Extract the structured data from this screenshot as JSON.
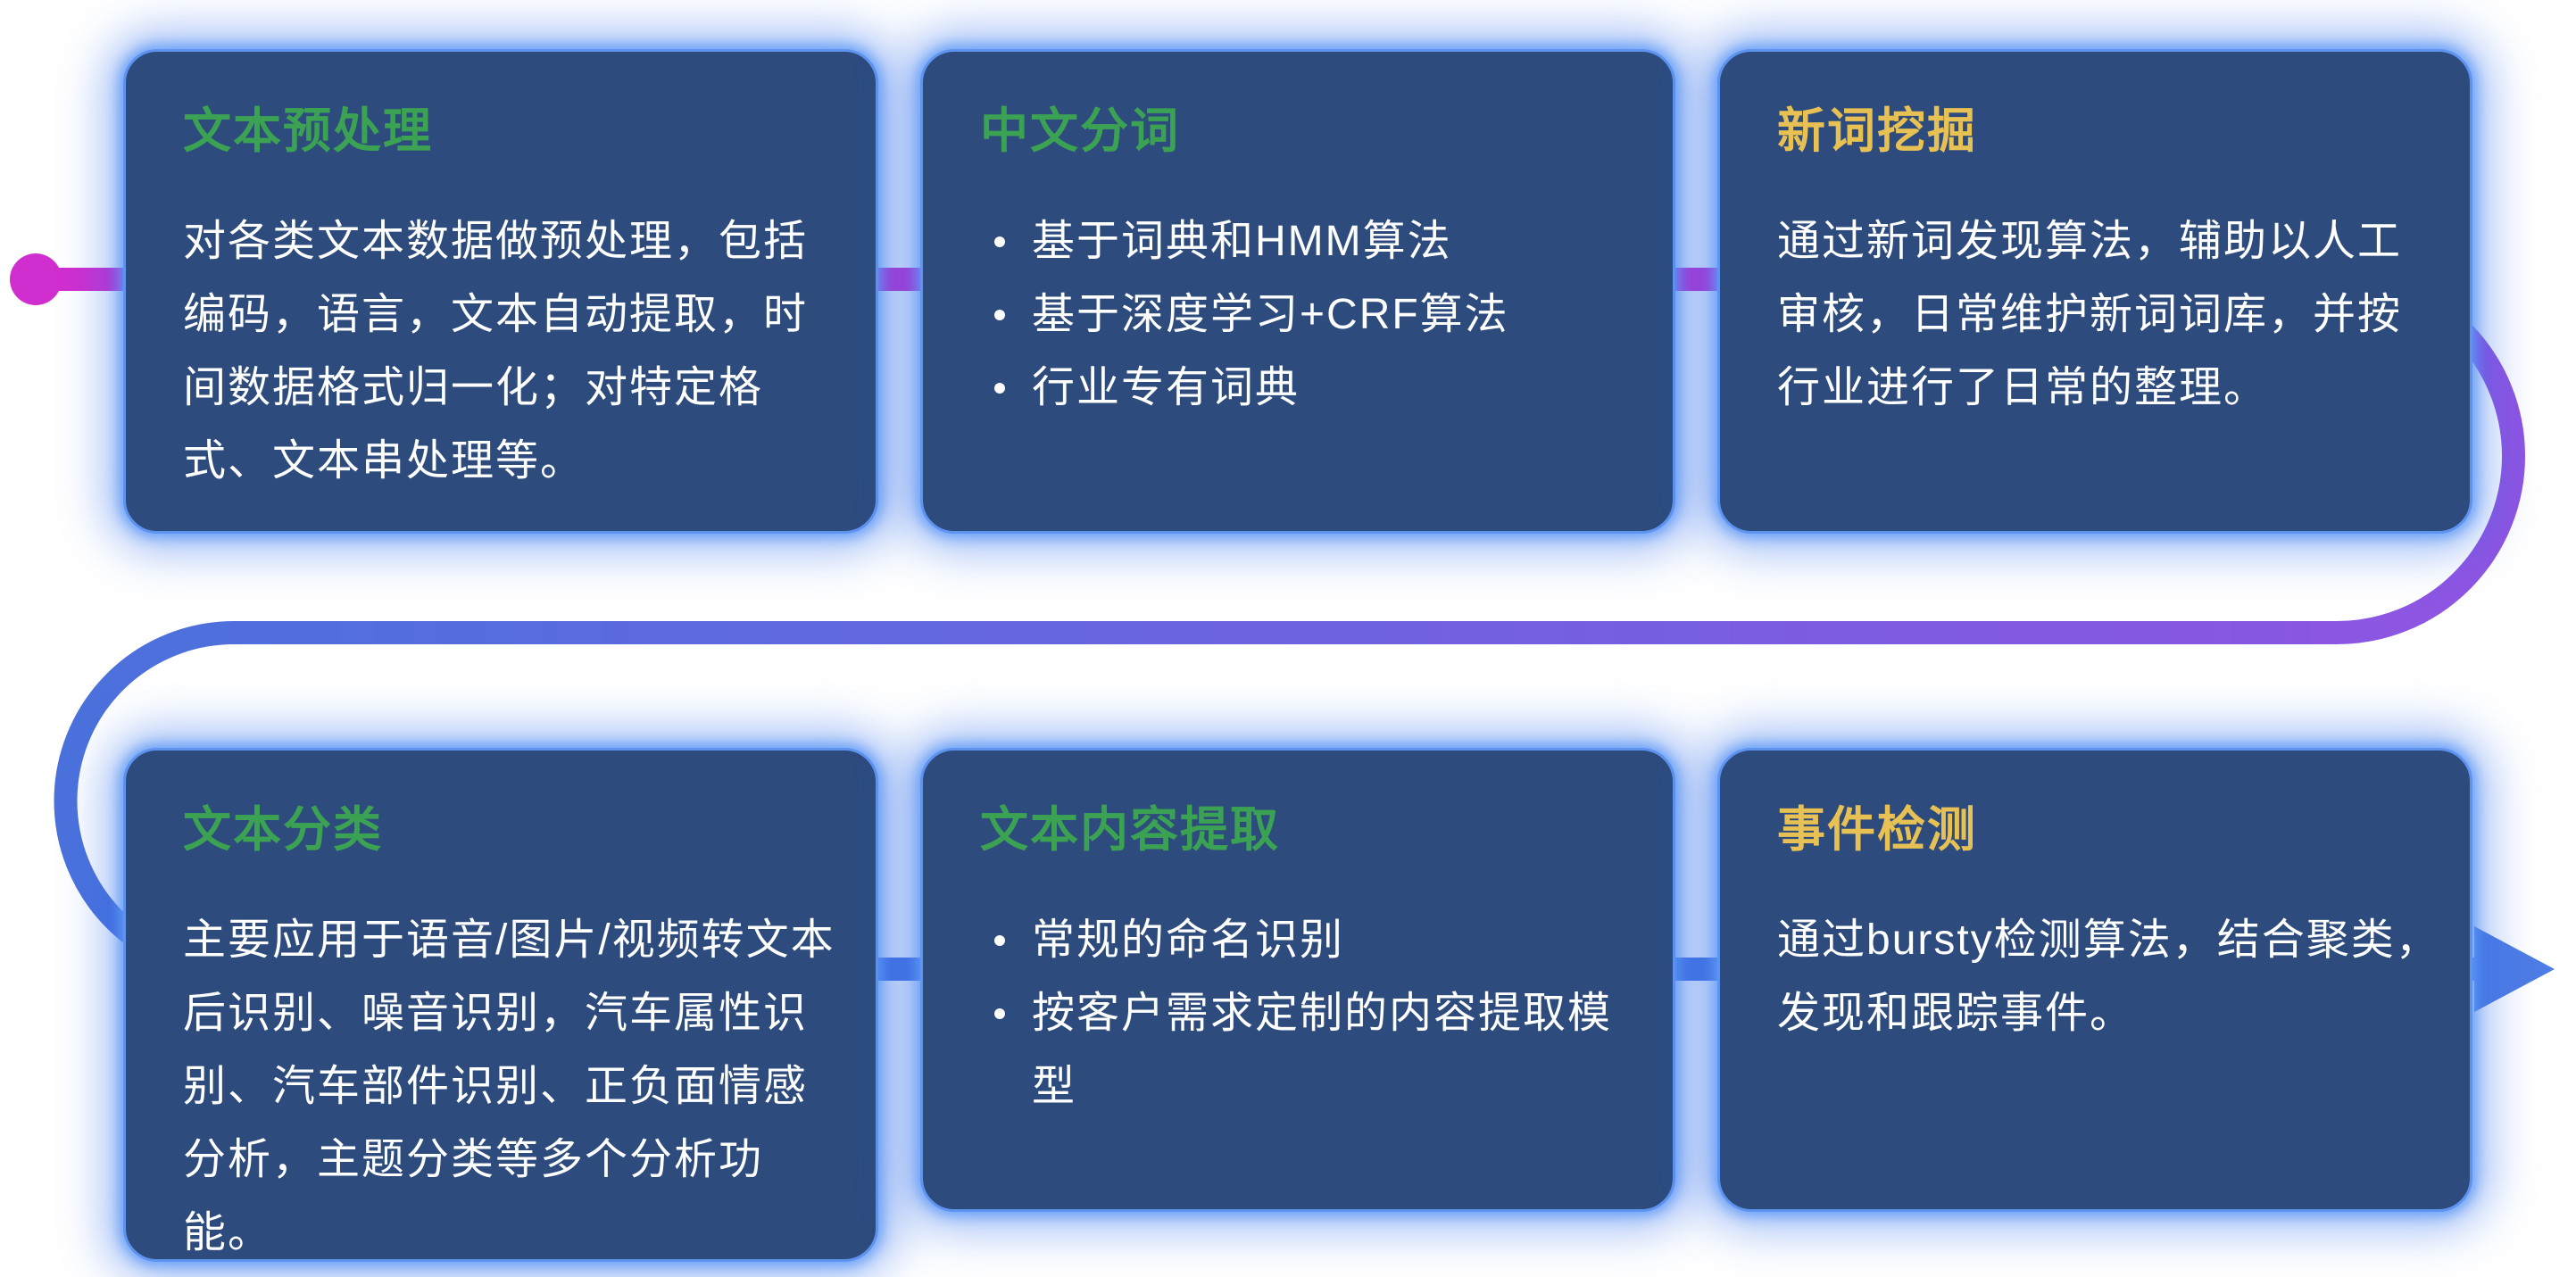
{
  "flow": {
    "colors": {
      "magenta": "#d12ecf",
      "violet": "#8f54e2",
      "blue": "#4b71dc",
      "blue_bright": "#4f7ce4"
    }
  },
  "cards": [
    {
      "title": "文本预处理",
      "title_color": "#3ca253",
      "body": "对各类文本数据做预处理，包括编码，语言，文本自动提取，时间数据格式归一化；对特定格式、文本串处理等。"
    },
    {
      "title": "中文分词",
      "title_color": "#3ca253",
      "bullets": [
        "基于词典和HMM算法",
        "基于深度学习+CRF算法",
        "行业专有词典"
      ]
    },
    {
      "title": "新词挖掘",
      "title_color": "#e7c154",
      "body": "通过新词发现算法，辅助以人工审核，日常维护新词词库，并按行业进行了日常的整理。"
    },
    {
      "title": "文本分类",
      "title_color": "#3ca253",
      "body": "主要应用于语音/图片/视频转文本后识别、噪音识别，汽车属性识别、汽车部件识别、正负面情感分析，主题分类等多个分析功能。"
    },
    {
      "title": "文本内容提取",
      "title_color": "#3ca253",
      "bullets": [
        "常规的命名识别",
        "按客户需求定制的内容提取模型"
      ]
    },
    {
      "title": "事件检测",
      "title_color": "#e7c154",
      "body": "通过bursty检测算法，结合聚类，发现和跟踪事件。"
    }
  ]
}
